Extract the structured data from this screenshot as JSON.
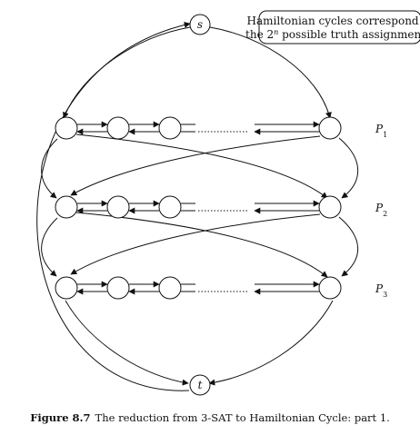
{
  "diagram": {
    "source_label": "s",
    "sink_label": "t",
    "paths": [
      {
        "label_main": "P",
        "label_sub": "1"
      },
      {
        "label_main": "P",
        "label_sub": "2"
      },
      {
        "label_main": "P",
        "label_sub": "3"
      }
    ],
    "note": {
      "line1": "Hamiltonian cycles correspond to",
      "line2_pre": "the 2",
      "line2_sup": "n",
      "line2_post": " possible truth assignments."
    }
  },
  "caption": {
    "bold": "Figure 8.7",
    "text": "The reduction from 3-SAT to Hamiltonian Cycle: part 1."
  }
}
